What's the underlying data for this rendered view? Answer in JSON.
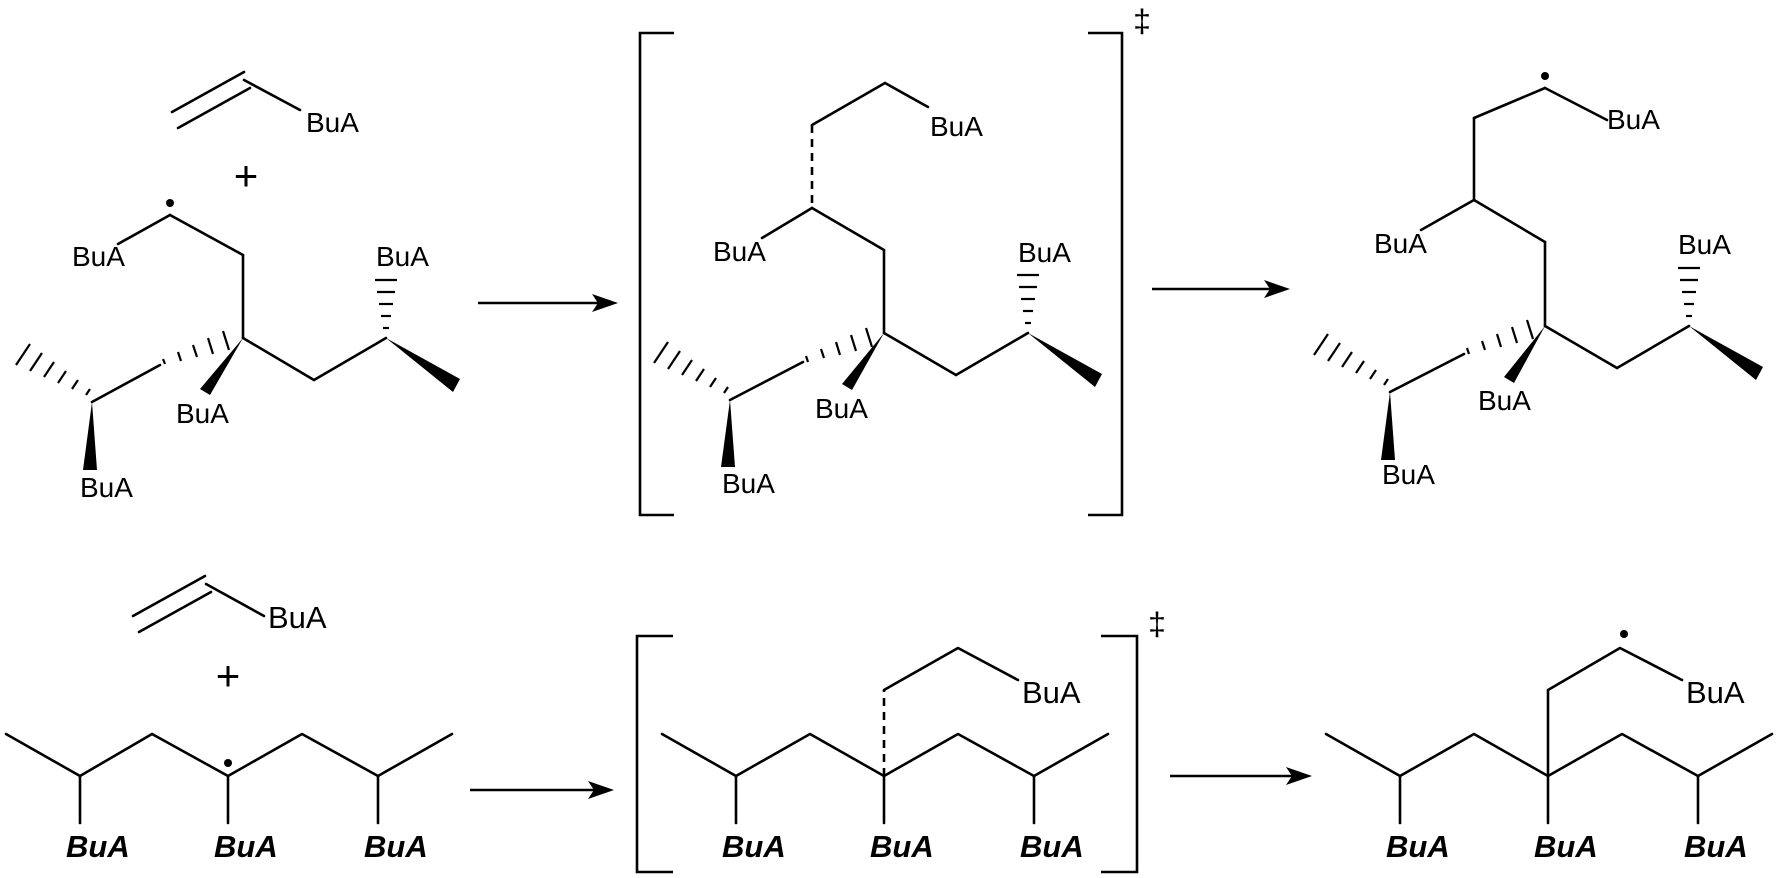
{
  "substituent": "BuA",
  "plus_sign": "+",
  "ts_mark": "‡",
  "top_row": {
    "monomer_label": "BuA",
    "reactant_labels": [
      "BuA",
      "BuA",
      "BuA",
      "BuA"
    ],
    "ts_labels": [
      "BuA",
      "BuA",
      "BuA",
      "BuA",
      "BuA"
    ],
    "product_labels": [
      "BuA",
      "BuA",
      "BuA",
      "BuA",
      "BuA"
    ]
  },
  "bottom_row": {
    "monomer_label": "BuA",
    "reactant_labels": [
      "BuA",
      "BuA",
      "BuA"
    ],
    "ts_labels": [
      "BuA",
      "BuA",
      "BuA",
      "BuA"
    ],
    "product_labels": [
      "BuA",
      "BuA",
      "BuA",
      "BuA"
    ]
  }
}
